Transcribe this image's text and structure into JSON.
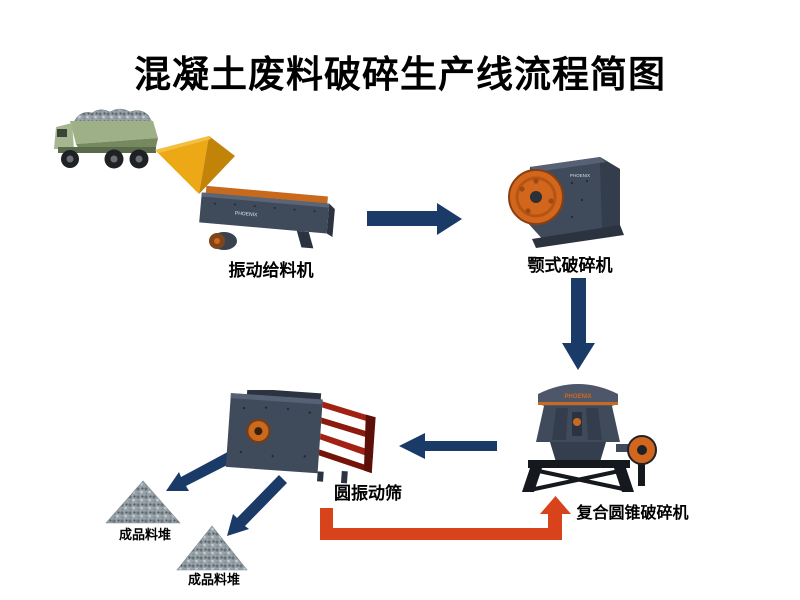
{
  "title": "混凝土废料破碎生产线流程简图",
  "brand": "PHOENIX",
  "nodes": {
    "truck": {
      "label": ""
    },
    "hopper": {
      "label": ""
    },
    "feeder": {
      "label": "振动给料机"
    },
    "jaw": {
      "label": "颚式破碎机"
    },
    "cone": {
      "label": "复合圆锥破碎机"
    },
    "screen": {
      "label": "圆振动筛"
    },
    "pile1": {
      "label": "成品料堆"
    },
    "pile2": {
      "label": "成品料堆"
    }
  },
  "connections": [
    {
      "from": "振动给料机",
      "to": "颚式破碎机",
      "type": "forward"
    },
    {
      "from": "颚式破碎机",
      "to": "复合圆锥破碎机",
      "type": "forward"
    },
    {
      "from": "复合圆锥破碎机",
      "to": "圆振动筛",
      "type": "forward"
    },
    {
      "from": "圆振动筛",
      "to": "成品料堆",
      "type": "forward"
    },
    {
      "from": "圆振动筛",
      "to": "成品料堆",
      "type": "forward"
    },
    {
      "from": "圆振动筛",
      "to": "复合圆锥破碎机",
      "type": "return"
    }
  ],
  "colors": {
    "flow_arrow": "#1a3a68",
    "return_arrow": "#d8431c",
    "machine_body": "#3f4a5b",
    "machine_accent": "#d2661c",
    "hopper_yellow": "#eda815",
    "screen_deck_red": "#a32112",
    "pile_gray": "#98a2a8",
    "truck_green": "#9db086"
  }
}
